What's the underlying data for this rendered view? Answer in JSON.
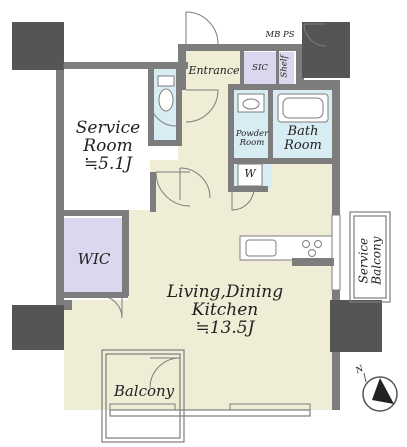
{
  "rooms": {
    "service_room": {
      "name_line1": "Service",
      "name_line2": "Room",
      "size": "≒5.1J"
    },
    "entrance": {
      "name": "Entrance"
    },
    "sic": {
      "name": "SIC"
    },
    "mb_ps": {
      "name": "MB PS"
    },
    "shelf": {
      "name": "Shelf"
    },
    "powder_room": {
      "name_line1": "Powder",
      "name_line2": "Room"
    },
    "washer": {
      "name": "W"
    },
    "bath_room": {
      "name_line1": "Bath",
      "name_line2": "Room"
    },
    "wic": {
      "name": "WIC"
    },
    "ldk": {
      "name_line1": "Living,Dining",
      "name_line2": "Kitchen",
      "size": "≒13.5J"
    },
    "service_balcony": {
      "name_line1": "Service",
      "name_line2": "Balcony"
    },
    "balcony": {
      "name": "Balcony"
    }
  },
  "compass": {
    "label": "N"
  },
  "colors": {
    "wall": "#7d7d7d",
    "pillar": "#555555",
    "floor_beige": "#efedd6",
    "wet_area_blue": "#d8ecf4",
    "closet_purple": "#dcd6ee",
    "floor_white": "#ffffff"
  }
}
